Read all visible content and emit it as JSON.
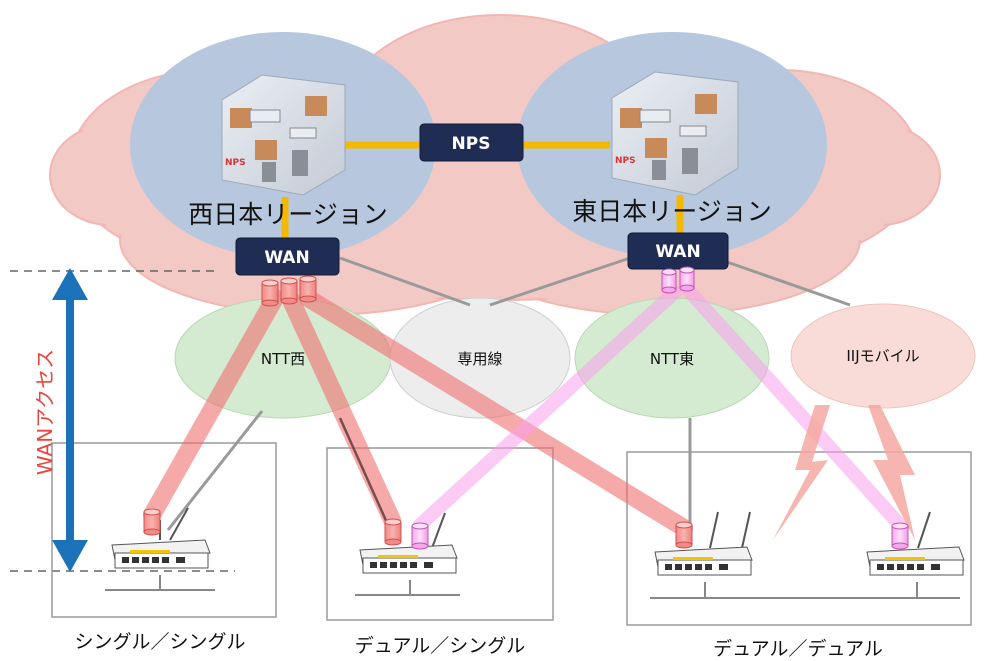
{
  "regions": {
    "west": "西日本リージョン",
    "east": "東日本リージョン"
  },
  "nps_label": "NPS",
  "server_tag": "NPS",
  "wan_label": "WAN",
  "access_label": "WANアクセス",
  "networks": {
    "ntt_west": "NTT西",
    "leased": "専用線",
    "ntt_east": "NTT東",
    "iij_mobile": "IIJモバイル"
  },
  "configs": {
    "single": "シングル／シングル",
    "dual_single": "デュアル／シングル",
    "dual_dual": "デュアル／デュアル"
  },
  "colors": {
    "cloud": "#f3c9c6",
    "region": "#b7c7de",
    "navy": "#1f2d55",
    "link": "#f5b800",
    "red_path": "#f07070",
    "pink_path": "#f7a0ec",
    "ntt_green": "#d4ebd1",
    "leased_gray": "#ededed",
    "mobile_pink": "#f9dcd8",
    "arrow_blue": "#1b72b8",
    "access_red": "#e8453c"
  }
}
